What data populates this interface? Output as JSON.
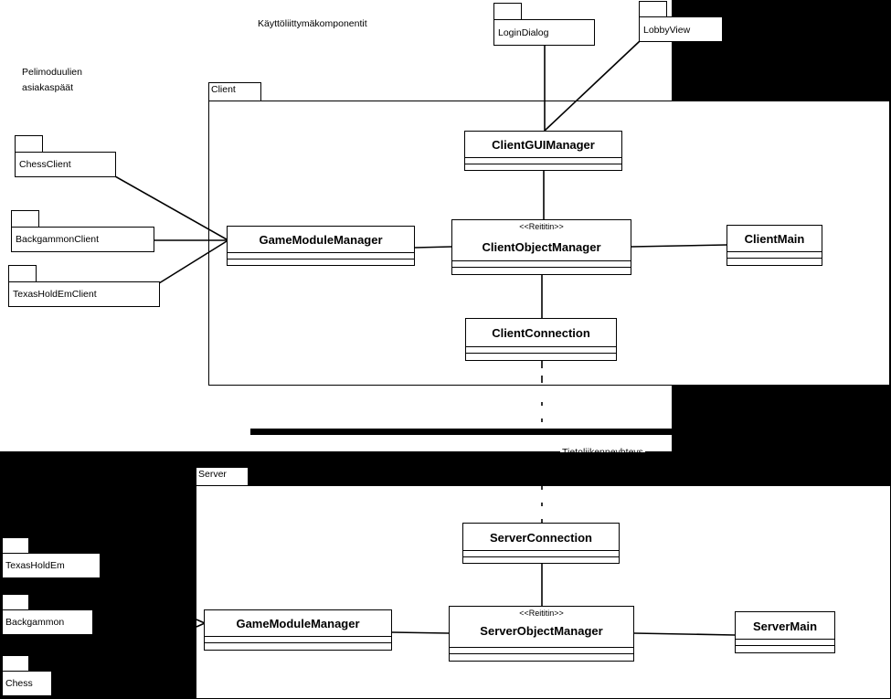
{
  "title": "Käyttöliittymäkomponentit",
  "client_modules_caption": [
    "Pelimoduulien",
    "asiakaspäät"
  ],
  "connection_label": "Tietoliikenneyhteys",
  "ui_components": {
    "login_dialog": "LoginDialog",
    "lobby_view": "LobbyView"
  },
  "client_modules": [
    "ChessClient",
    "BackgammonClient",
    "TexasHoldEmClient"
  ],
  "server_modules": [
    "TexasHoldEm",
    "Backgammon",
    "Chess"
  ],
  "client": {
    "frame_label": "Client",
    "gui_manager": "ClientGUIManager",
    "game_module_manager": "GameModuleManager",
    "object_manager_stereotype": "<<Reititin>>",
    "object_manager": "ClientObjectManager",
    "main": "ClientMain",
    "connection": "ClientConnection"
  },
  "server": {
    "frame_label": "Server",
    "connection": "ServerConnection",
    "game_module_manager": "GameModuleManager",
    "object_manager_stereotype": "<<Reititin>>",
    "object_manager": "ServerObjectManager",
    "main": "ServerMain"
  },
  "colors": {
    "background": "#ffffff",
    "fill_black": "#000000",
    "stroke": "#000000"
  }
}
